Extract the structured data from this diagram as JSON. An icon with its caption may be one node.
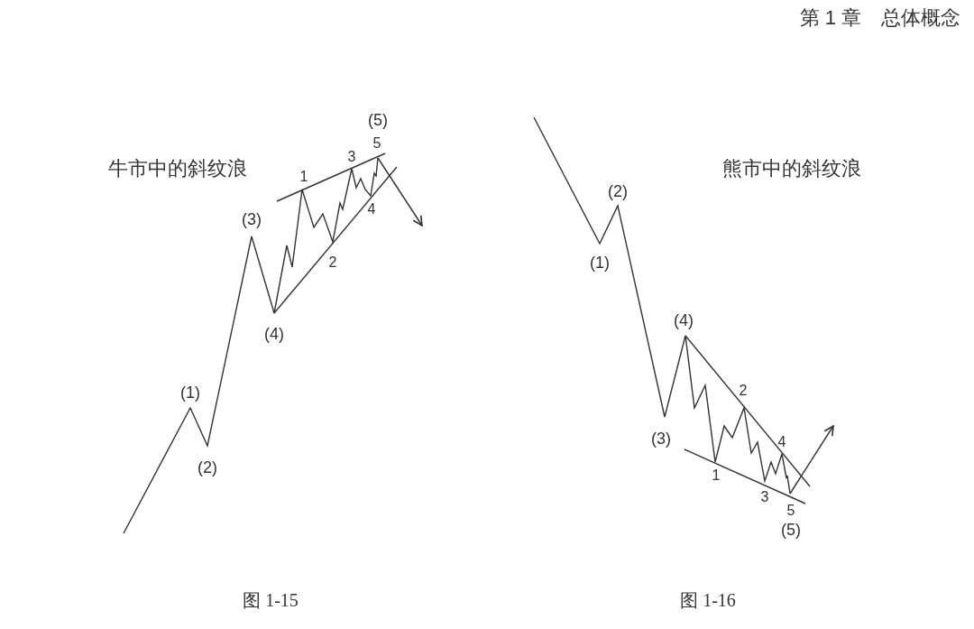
{
  "diagram": {
    "labels": [
      "第 1 章　总体概念",
      "牛市中的斜纹浪",
      "(5)",
      "5",
      "3",
      "1",
      "(3)",
      "4",
      "2",
      "(4)",
      "(1)",
      "(2)",
      "(2)",
      "熊市中的斜纹浪",
      "(1)",
      "(4)",
      "2",
      "(3)",
      "4",
      "1",
      "3",
      "5",
      "(5)",
      "图 1-15",
      "图 1-16"
    ]
  }
}
